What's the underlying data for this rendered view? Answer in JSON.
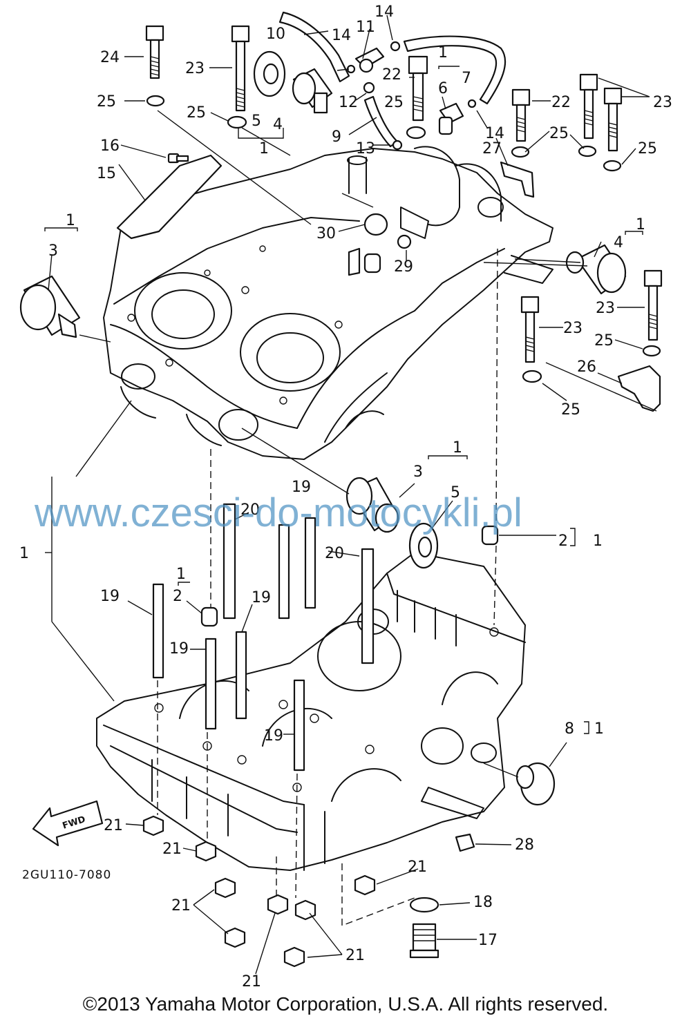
{
  "diagram": {
    "watermark": "www.czesci-do-motocykli.pl",
    "part_code": "2GU110-7080",
    "fwd_label": "FWD",
    "copyright": "©2013 Yamaha Motor Corporation, U.S.A. All rights reserved.",
    "callouts": {
      "c24": "24",
      "c23a": "23",
      "c25a": "25",
      "c25b": "25",
      "c5a": "5",
      "c4a": "4",
      "c1a": "1",
      "c10": "10",
      "c14a": "14",
      "c11": "11",
      "c14b": "14",
      "c12": "12",
      "c9": "9",
      "c25c": "25",
      "c13": "13",
      "c22a": "22",
      "c6": "6",
      "c1b": "1",
      "c7": "7",
      "c14c": "14",
      "c27": "27",
      "c22b": "22",
      "c23b": "23",
      "c25d": "25",
      "c25e": "25",
      "c16": "16",
      "c15": "15",
      "c1c": "1",
      "c3a": "3",
      "c30": "30",
      "c29": "29",
      "c1d": "1",
      "c4b": "4",
      "c23c": "23",
      "c23d": "23",
      "c25f": "25",
      "c26": "26",
      "c25g": "25",
      "c1e": "1",
      "c3b": "3",
      "c5b": "5",
      "c19a": "19",
      "c20a": "20",
      "c1f": "1",
      "c2a": "2",
      "c1g": "1",
      "c20b": "20",
      "c1h": "1",
      "c2b": "2",
      "c19b": "19",
      "c19c": "19",
      "c19d": "19",
      "c19e": "19",
      "c8": "8",
      "c1i": "1",
      "c21a": "21",
      "c21b": "21",
      "c28": "28",
      "c21c": "21",
      "c18": "18",
      "c21d": "21",
      "c17": "17",
      "c21e": "21",
      "c21f": "21"
    }
  }
}
